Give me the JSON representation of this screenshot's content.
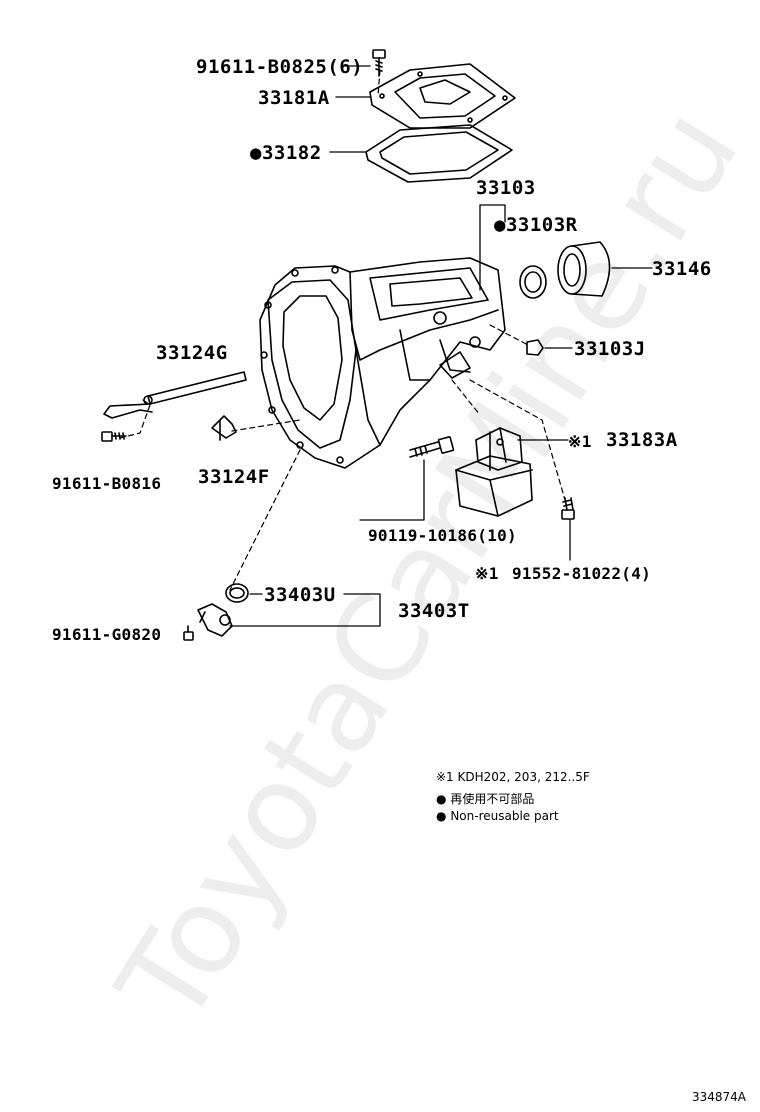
{
  "watermark": "ToyotaCarMine.ru",
  "diagram_ref": "334874A",
  "labels": {
    "bolt_cover": "91611-B0825(6)",
    "cover": "33181A",
    "gasket": "●33182",
    "housing": "33103",
    "oil_seal": "●33103R",
    "bearing_retainer": "33146",
    "plug": "33103J",
    "dipstick": "33124G",
    "bolt_dipstick": "91611-B0816",
    "clip": "33124F",
    "mount_mark": "※1",
    "mount": "33183A",
    "long_bolt": "90119-10186(10)",
    "mount_bolt_mark": "※1",
    "mount_bolt": "91552-81022(4)",
    "o_ring": "33403U",
    "sensor_assy": "33403T",
    "bolt_sensor": "91611-G0820"
  },
  "legend": {
    "line1": "※1 KDH202, 203, 212..5F",
    "line2_bullet": "●",
    "line2": "再使用不可部品",
    "line3_bullet": "●",
    "line3": "Non-reusable part"
  }
}
